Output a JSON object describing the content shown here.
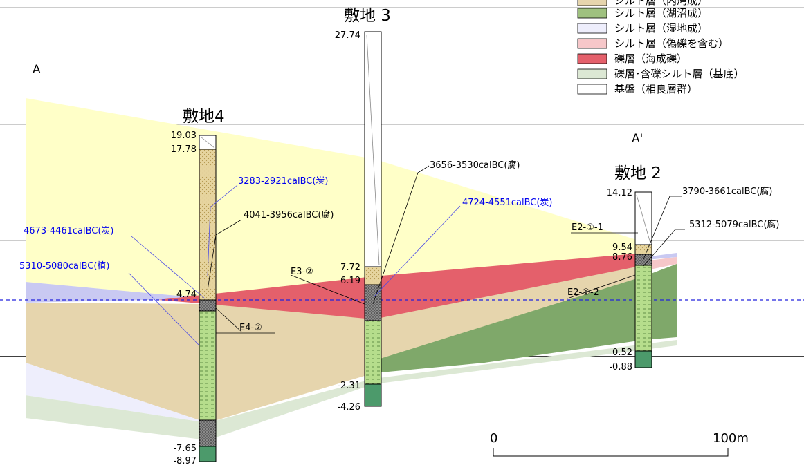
{
  "sections": {
    "left": "A",
    "right": "A'"
  },
  "sites": [
    {
      "name": "敷地4",
      "elev_top": "19.03",
      "elev_2": "17.78",
      "elev_3": "4.74",
      "elev_4": "-7.65",
      "elev_bottom": "-8.97"
    },
    {
      "name": "敷地 3",
      "elev_top": "27.74",
      "elev_2": "7.72",
      "elev_3": "6.19",
      "elev_4": "-2.31",
      "elev_bottom": "-4.26"
    },
    {
      "name": "敷地 2",
      "elev_top": "14.12",
      "elev_2": "9.54",
      "elev_3": "8.76",
      "elev_4": "0.52",
      "elev_bottom": "-0.88"
    }
  ],
  "dates": [
    {
      "text": "3283-2921calBC(炭)",
      "color": "blue"
    },
    {
      "text": "4041-3956calBC(腐)",
      "color": "black"
    },
    {
      "text": "4673-4461calBC(炭)",
      "color": "blue"
    },
    {
      "text": "5310-5080calBC(植)",
      "color": "blue"
    },
    {
      "text": "3656-3530calBC(腐)",
      "color": "black"
    },
    {
      "text": "4724-4551calBC(炭)",
      "color": "blue"
    },
    {
      "text": "3790-3661calBC(腐)",
      "color": "black"
    },
    {
      "text": "5312-5079calBC(腐)",
      "color": "black"
    }
  ],
  "samples": [
    "E4-②",
    "E3-②",
    "E2-①-1",
    "E2-①-2"
  ],
  "legend": [
    {
      "label": "シルト層（内湾成）",
      "color": "#e6d5ad"
    },
    {
      "label": "シルト層（湖沼成）",
      "color": "#9fc17f"
    },
    {
      "label": "シルト層（湿地成）",
      "color": "#eeeefc"
    },
    {
      "label": "シルト層（偽礫を含む）",
      "color": "#f6c7c9"
    },
    {
      "label": "礫層（海成礫）",
      "color": "#e4606b"
    },
    {
      "label": "礫層･含礫シルト層（基底）",
      "color": "#dce8d4"
    },
    {
      "label": "基盤（相良層群）",
      "color": "#ffffff"
    }
  ],
  "scale_bar": {
    "start": "0",
    "end": "100m"
  },
  "colors": {
    "inner_bay_silt": "#e6d5ad",
    "lake_silt": "#9fc17f",
    "lake_silt_dark": "#7fa86a",
    "wetland_silt": "#c9c9f2",
    "pebble_silt": "#f6c7c9",
    "marine_gravel": "#e4606b",
    "basal_gravel": "#dce8d4",
    "yellow_band": "#ffffc8",
    "bedrock_green": "#4c9a6b",
    "water_line": "#2222dd"
  }
}
